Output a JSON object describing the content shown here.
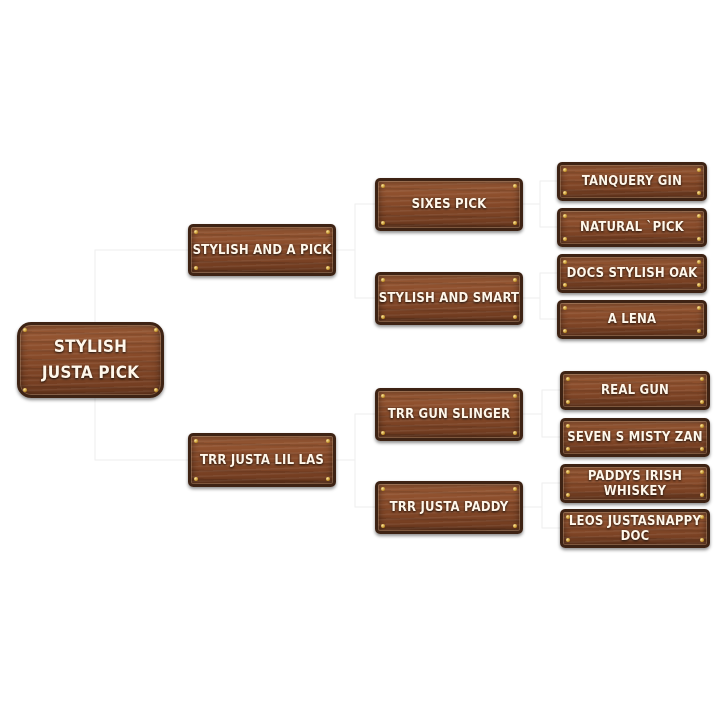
{
  "root": {
    "line1": "STYLISH",
    "line2": "JUSTA PICK"
  },
  "level1": [
    {
      "label": "STYLISH AND A PICK"
    },
    {
      "label": "TRR JUSTA LIL LAS"
    }
  ],
  "level2": [
    {
      "label": "SIXES PICK"
    },
    {
      "label": "STYLISH AND SMART"
    },
    {
      "label": "TRR GUN SLINGER"
    },
    {
      "label": "TRR JUSTA PADDY"
    }
  ],
  "level3": [
    {
      "label": "TANQUERY GIN"
    },
    {
      "label": "NATURAL `PICK"
    },
    {
      "label": "DOCS STYLISH OAK"
    },
    {
      "label": "A LENA"
    },
    {
      "label": "REAL GUN"
    },
    {
      "label": "SEVEN S MISTY ZAN"
    },
    {
      "label": "PADDYS IRISH WHISKEY"
    },
    {
      "label": "LEOS JUSTASNAPPY DOC"
    }
  ]
}
